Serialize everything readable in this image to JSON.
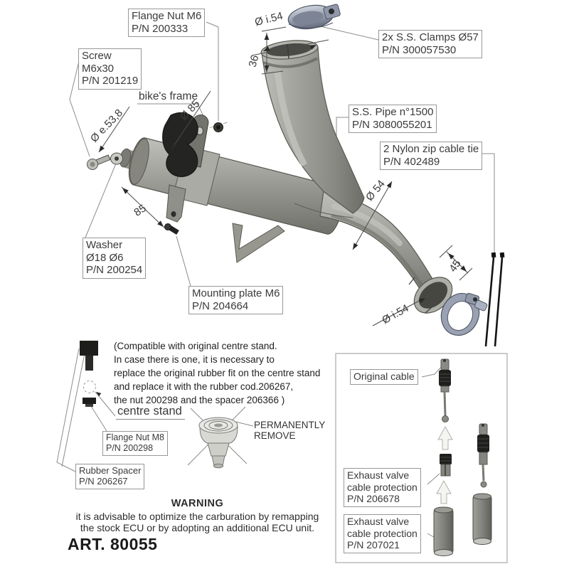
{
  "art_number": "ART. 80055",
  "labels": {
    "flange_nut_m6": {
      "l1": "Flange Nut M6",
      "l2": "P/N 200333"
    },
    "screw": {
      "l1": "Screw",
      "l2": "M6x30",
      "l3": "P/N 201219"
    },
    "bikes_frame": {
      "l1": "bike's frame"
    },
    "ss_clamps": {
      "l1": "2x S.S. Clamps Ø57",
      "l2": "P/N 300057530"
    },
    "ss_pipe": {
      "l1": "S.S. Pipe n°1500",
      "l2": "P/N 3080055201"
    },
    "zip_tie": {
      "l1": "2 Nylon zip cable tie",
      "l2": "P/N 402489"
    },
    "washer": {
      "l1": "Washer",
      "l2": "Ø18 Ø6",
      "l3": "P/N 200254"
    },
    "mounting_plate": {
      "l1": "Mounting plate M6",
      "l2": "P/N 204664"
    },
    "flange_nut_m8": {
      "l1": "Flange Nut M8",
      "l2": "P/N 200298"
    },
    "rubber_spacer": {
      "l1": "Rubber Spacer",
      "l2": "P/N 206267"
    },
    "original_cable": {
      "l1": "Original cable"
    },
    "cable_protection_upper": {
      "l1": "Exhaust valve",
      "l2": "cable protection",
      "l3": "P/N 206678"
    },
    "cable_protection_lower": {
      "l1": "Exhaust valve",
      "l2": "cable protection",
      "l3": "P/N 207021"
    },
    "centre_stand": "centre stand",
    "permanently_remove": {
      "l1": "PERMANENTLY",
      "l2": "REMOVE"
    }
  },
  "dimensions": {
    "top_inner_dia": "Ø i.54",
    "top_length": "36",
    "flange_outer_dia": "Ø e.53,8",
    "bracket_dia": "Ø 85",
    "pipe_dia": "Ø 54",
    "cat_length": "85",
    "tail_length": "45",
    "tail_inner_dia": "Ø i.54"
  },
  "note": {
    "l1": "(Compatible with original centre stand.",
    "l2": "In case there is one, it is necessary to",
    "l3": "replace the original rubber fit on the centre stand",
    "l4": "and replace it with the rubber cod.206267,",
    "l5": "the nut 200298 and the spacer 206366 )"
  },
  "warning": {
    "title": "WARNING",
    "l1": "it is advisable to optimize the carburation by remapping",
    "l2": "the stock ECU or by adopting an additional ECU unit."
  },
  "colors": {
    "pipe_gray": "#9d9d98",
    "clamp_blue_gray": "#99a1b2",
    "rubber_black": "#1f1f1d",
    "leader_line": "#8c8c8c",
    "text": "#3a3a3a"
  }
}
